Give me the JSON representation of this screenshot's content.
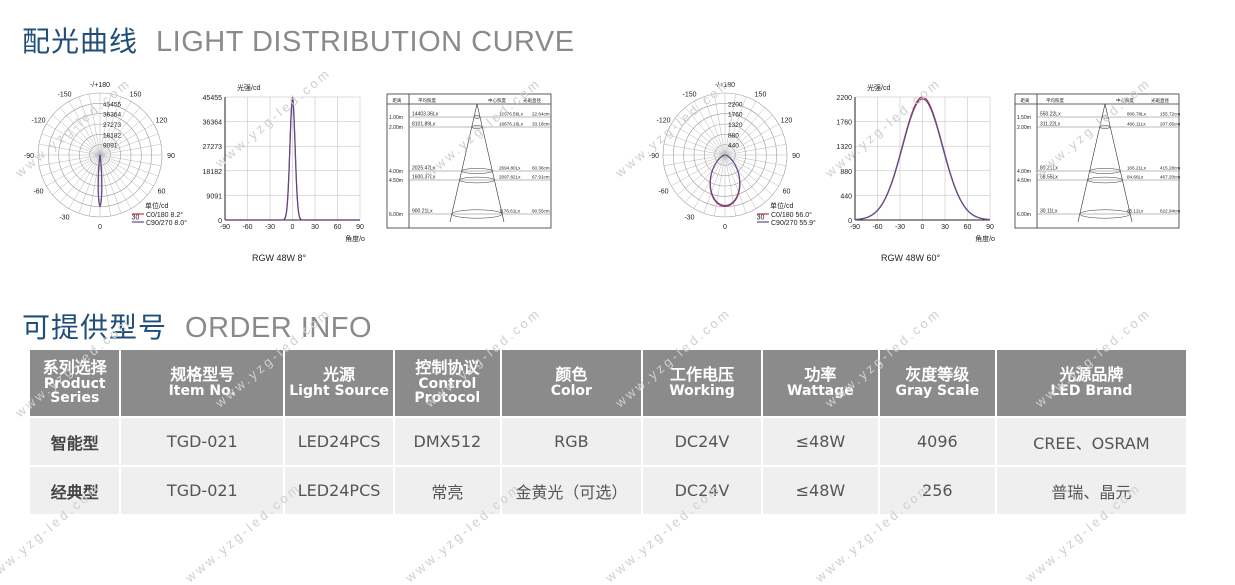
{
  "titles": {
    "curve_cn": "配光曲线",
    "curve_en": "LIGHT DISTRIBUTION CURVE",
    "order_cn": "可提供型号",
    "order_en": "ORDER INFO"
  },
  "colors": {
    "title_cn": "#1f4e79",
    "header_bg": "#8b8b8b",
    "cell_bg": "#efefef",
    "c0": "#c0304a",
    "c90": "#5a4d8c"
  },
  "watermark": "www.yzg-led.com",
  "polar_common": {
    "angles": [
      "-/+180",
      "-150",
      "150",
      "-120",
      "120",
      "-90",
      "90",
      "-60",
      "60",
      "-30",
      "30",
      "0"
    ],
    "unit": "单位/cd",
    "legend_c0": "C0/180",
    "legend_c90": "C90/270"
  },
  "linear_common": {
    "ylabel": "光强/cd",
    "xlabel": "角度/o",
    "xticks": [
      "-90",
      "-60",
      "-30",
      "0",
      "30",
      "60",
      "90"
    ]
  },
  "cone_common": {
    "hdr_dist": "距离",
    "hdr_avg": "平均照度",
    "hdr_center": "中心照度",
    "hdr_dia": "光斑直径"
  },
  "chart_data": [
    {
      "type": "polar",
      "rings": [
        "45455",
        "36364",
        "27273",
        "18182",
        "9091"
      ],
      "beam_deg": 8,
      "legend_values": {
        "c0": "8.2°",
        "c90": "8.0°"
      },
      "caption": "RGW  48W  8°"
    },
    {
      "type": "line",
      "yticks": [
        "0",
        "9091",
        "18182",
        "27273",
        "36364",
        "45455"
      ],
      "ymax": 45455,
      "xlim": [
        -90,
        90
      ],
      "beam_deg": 8,
      "series": [
        {
          "fwhm": 8.2
        },
        {
          "fwhm": 8.0
        }
      ]
    },
    {
      "type": "table",
      "rows": [
        {
          "d": "1.00m",
          "avg": "14403.36Lx",
          "center": "16676.56Lx",
          "dia": "22.64cm"
        },
        {
          "d": "2.00m",
          "avg": "8101.89Lx",
          "center": "16676.16Lx",
          "dia": "33.18cm"
        },
        {
          "d": "4.00m",
          "avg": "2025.47Lx",
          "center": "2694.80Lx",
          "dia": "60.36cm"
        },
        {
          "d": "4.50m",
          "avg": "1600.37Lx",
          "center": "2097.82Lx",
          "dia": "67.91cm"
        },
        {
          "d": "6.00m",
          "avg": "900.21Lx",
          "center": "1176.61Lx",
          "dia": "90.55cm"
        }
      ]
    },
    {
      "type": "polar",
      "rings": [
        "2200",
        "1760",
        "1320",
        "880",
        "440"
      ],
      "beam_deg": 60,
      "legend_values": {
        "c0": "56.0°",
        "c90": "55.9°"
      },
      "caption": "RGW  48W  60°"
    },
    {
      "type": "line",
      "yticks": [
        "0",
        "440",
        "880",
        "1320",
        "1760",
        "2200"
      ],
      "ymax": 2200,
      "xlim": [
        -90,
        90
      ],
      "beam_deg": 60,
      "series": [
        {
          "fwhm": 56.0
        },
        {
          "fwhm": 55.9
        }
      ]
    },
    {
      "type": "table",
      "rows": [
        {
          "d": "1.50m",
          "avg": "550.22Lx",
          "center": "806.78Lx",
          "dia": "155.72cm"
        },
        {
          "d": "2.00m",
          "avg": "311.22Lx",
          "center": "466.11Lx",
          "dia": "207.65cm"
        },
        {
          "d": "4.00m",
          "avg": "80.21Lx",
          "center": "106.21Lx",
          "dia": "415.28cm"
        },
        {
          "d": "4.50m",
          "avg": "58.55Lx",
          "center": "84.66Lx",
          "dia": "467.20cm"
        },
        {
          "d": "6.00m",
          "avg": "30.11Lx",
          "center": "65.12Lx",
          "dia": "622.94cm"
        }
      ]
    }
  ],
  "order": {
    "headers": [
      {
        "cn": "系列选择",
        "en": "Product Series"
      },
      {
        "cn": "规格型号",
        "en": "Item No."
      },
      {
        "cn": "光源",
        "en": "Light Source"
      },
      {
        "cn": "控制协议",
        "en": "Control Protocol"
      },
      {
        "cn": "颜色",
        "en": "Color"
      },
      {
        "cn": "工作电压",
        "en": "Working"
      },
      {
        "cn": "功率",
        "en": "Wattage"
      },
      {
        "cn": "灰度等级",
        "en": "Gray Scale"
      },
      {
        "cn": "光源品牌",
        "en": "LED Brand"
      }
    ],
    "rows": [
      [
        "智能型",
        "TGD-021",
        "LED24PCS",
        "DMX512",
        "RGB",
        "DC24V",
        "≤48W",
        "4096",
        "CREE、OSRAM"
      ],
      [
        "经典型",
        "TGD-021",
        "LED24PCS",
        "常亮",
        "金黄光（可选）",
        "DC24V",
        "≤48W",
        "256",
        "普瑞、晶元"
      ]
    ]
  }
}
